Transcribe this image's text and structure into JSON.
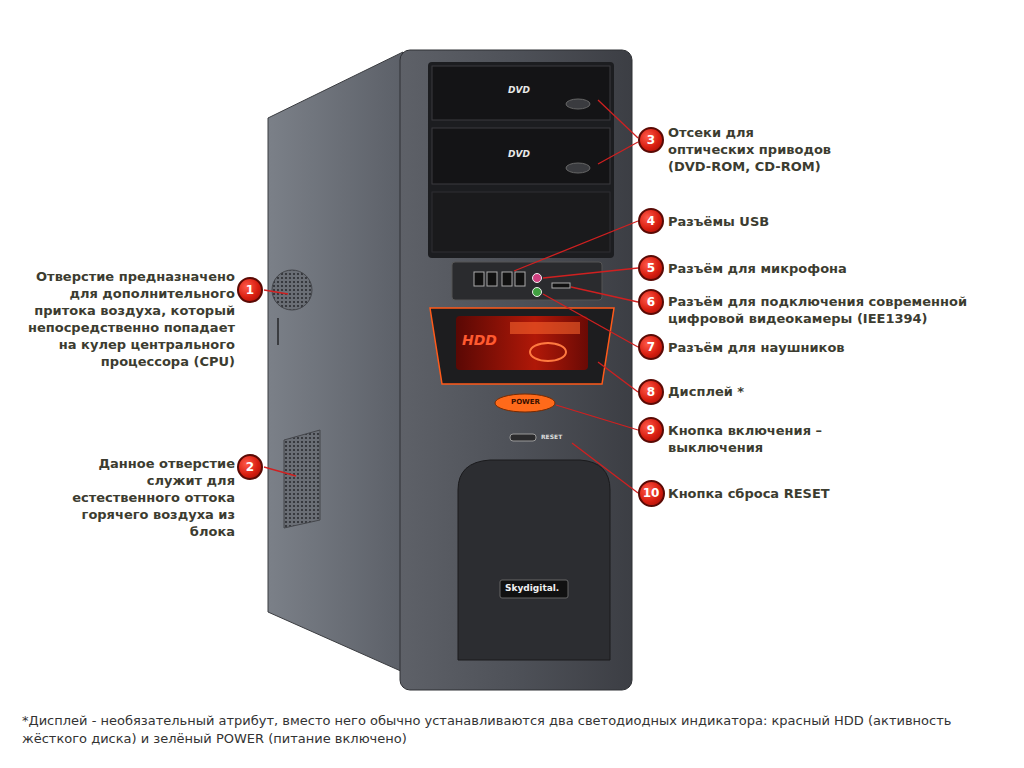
{
  "diagram": {
    "nodes": [
      {
        "text": [
          "1"
        ]
      },
      {
        "text": [
          "2"
        ]
      },
      {
        "text": [
          "3"
        ]
      },
      {
        "text": [
          "4"
        ]
      },
      {
        "text": [
          "5"
        ]
      },
      {
        "text": [
          "6"
        ]
      },
      {
        "text": [
          "7"
        ]
      },
      {
        "text": [
          "8"
        ]
      },
      {
        "text": [
          "9"
        ]
      },
      {
        "text": [
          "10"
        ]
      }
    ],
    "labels": [
      "Отверстие предназначено для дополнительного притока воздуха, который непосредственно попадает на кулер центрального процессора (CPU)",
      "Данное отверстие служит для естественного оттока горячего воздуха из блока",
      "Отсеки для оптических приводов (DVD-ROM, CD-ROM)",
      "Разъёмы USB",
      "Разъём для микрофона",
      "Разъём для подключения современной цифровой видеокамеры (IEE1394)",
      "Разъём для наушников",
      "Дисплей *",
      "Кнопка включения – выключения",
      "Кнопка сброса RESET",
      "*Дисплей - необязательный атрибут, вместо него обычно устанавливаются два светодиодных индикатора: красный HDD (активность жёсткого диска) и зелёный POWER (питание включено)",
      "DVD",
      "DVD",
      "HDD",
      "POWER",
      "RESET",
      "Skydigital."
    ]
  }
}
